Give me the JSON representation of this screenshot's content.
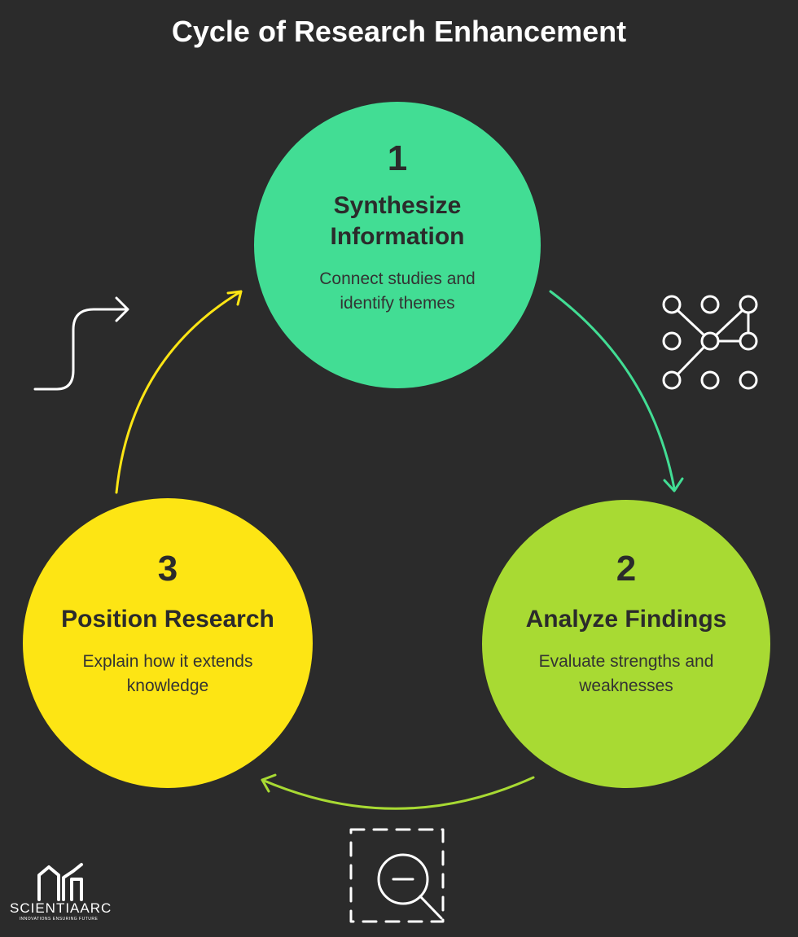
{
  "title": "Cycle of Research Enhancement",
  "steps": [
    {
      "number": "1",
      "heading_lines": [
        "Synthesize",
        "Information"
      ],
      "desc_lines": [
        "Connect studies and",
        "identify themes"
      ],
      "color": "#42dd94"
    },
    {
      "number": "2",
      "heading_lines": [
        "Analyze Findings"
      ],
      "desc_lines": [
        "Evaluate strengths and",
        "weaknesses"
      ],
      "color": "#a8da33"
    },
    {
      "number": "3",
      "heading_lines": [
        "Position Research"
      ],
      "desc_lines": [
        "Explain how it extends",
        "knowledge"
      ],
      "color": "#fde514"
    }
  ],
  "icons": [
    "network-nodes-icon",
    "magnifier-zoom-out-icon",
    "curved-arrow-icon"
  ],
  "logo": {
    "name": "SCIENTIAARC",
    "tagline": "INNOVATIONS ENSURING FUTURE"
  }
}
